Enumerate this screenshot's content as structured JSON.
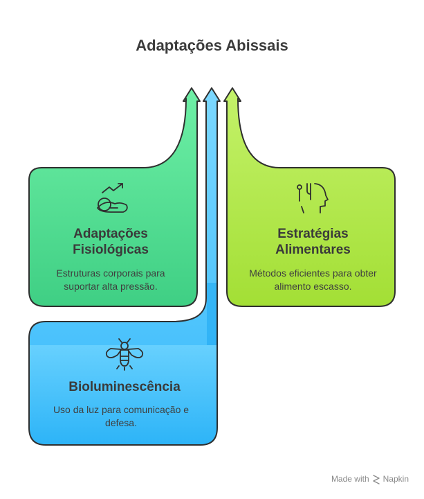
{
  "title": "Adaptações Abissais",
  "cards": [
    {
      "title": "Adaptações Fisiológicas",
      "text": "Estruturas corporais para suportar alta pressão.",
      "icon": "physiology-icon",
      "color": "#5fd993"
    },
    {
      "title": "Estratégias Alimentares",
      "text": "Métodos eficientes para obter alimento escasso.",
      "icon": "food-head-icon",
      "color": "#b6e85a"
    },
    {
      "title": "Bioluminescência",
      "text": "Uso da luz para comunicação e defesa.",
      "icon": "firefly-icon",
      "color": "#49c6ff"
    }
  ],
  "footer": {
    "made_with": "Made with",
    "brand": "Napkin"
  }
}
